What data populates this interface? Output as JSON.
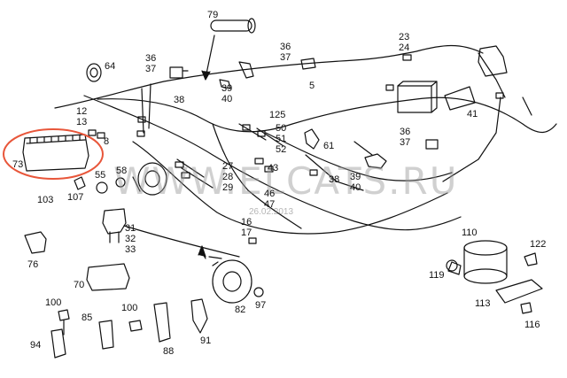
{
  "watermark": "WWW.ELCATS.RU",
  "date_stamp": "26.02.2013",
  "highlight_color": "#e8563a",
  "part_numbers": {
    "p79": "79",
    "p64": "64",
    "p36a": "36",
    "p37a": "37",
    "p36b": "36",
    "p37b": "37",
    "p23": "23",
    "p24": "24",
    "p39a": "39",
    "p40a": "40",
    "p38a": "38",
    "p5": "5",
    "p12": "12",
    "p13": "13",
    "p125": "125",
    "p50": "50",
    "p51": "51",
    "p52": "52",
    "p61": "61",
    "p36c": "36",
    "p37c": "37",
    "p41": "41",
    "p8": "8",
    "p73": "73",
    "p55": "55",
    "p58": "58",
    "p27": "27",
    "p28": "28",
    "p29": "29",
    "p43": "43",
    "p38b": "38",
    "p39b": "39",
    "p40b": "40",
    "p103": "103",
    "p107": "107",
    "p46": "46",
    "p47": "47",
    "p16": "16",
    "p17": "17",
    "p31": "31",
    "p32": "32",
    "p33": "33",
    "p76": "76",
    "p70": "70",
    "p110": "110",
    "p122": "122",
    "p119": "119",
    "p113": "113",
    "p116": "116",
    "p100a": "100",
    "p85": "85",
    "p94": "94",
    "p100b": "100",
    "p88": "88",
    "p91": "91",
    "p82": "82",
    "p97": "97"
  }
}
